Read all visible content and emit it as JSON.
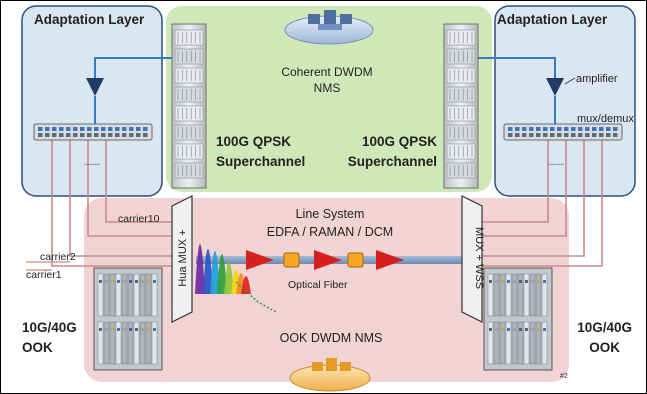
{
  "adaptation_left": "Adaptation Layer",
  "adaptation_right": "Adaptation Layer",
  "nms_coherent_line1": "Coherent DWDM",
  "nms_coherent_line2": "NMS",
  "superchannel_left_line1": "100G QPSK",
  "superchannel_left_line2": "Superchannel",
  "superchannel_right_line1": "100G QPSK",
  "superchannel_right_line2": "Superchannel",
  "amplifier_label": "amplifier",
  "muxdemux_label": "mux/demux",
  "line_system_line1": "Line System",
  "line_system_line2": "EDFA / RAMAN / DCM",
  "optical_fiber": "Optical Fiber",
  "mux_left": "Hua MUX +",
  "mux_right": "MUX + WSS",
  "carrier10": "carrier10",
  "carrier2": "carrier2",
  "carrier1": "carrier1",
  "ook_left_line1": "10G/40G",
  "ook_left_line2": "OOK",
  "ook_right_line1": "10G/40G",
  "ook_right_line2": "OOK",
  "ook_nms": "OOK DWDM NMS",
  "slide_number": "#2",
  "colors": {
    "adaptation_fill": "#dbe6f3",
    "adaptation_border": "#2d4f7c",
    "green_panel": "#cfe8b8",
    "pink_panel": "#f2d3d3",
    "carrier_line": "#c0504d",
    "amplifier_red": "#d62020",
    "fiber": "#7f9ac0",
    "connector_blue": "#3a78c2",
    "dcm_orange": "#f5a623",
    "spectrum": [
      "#6a2da3",
      "#2855c8",
      "#20a0d8",
      "#2e9e3a",
      "#8cc63f",
      "#f2d60f",
      "#f58b1f",
      "#e02020"
    ]
  }
}
